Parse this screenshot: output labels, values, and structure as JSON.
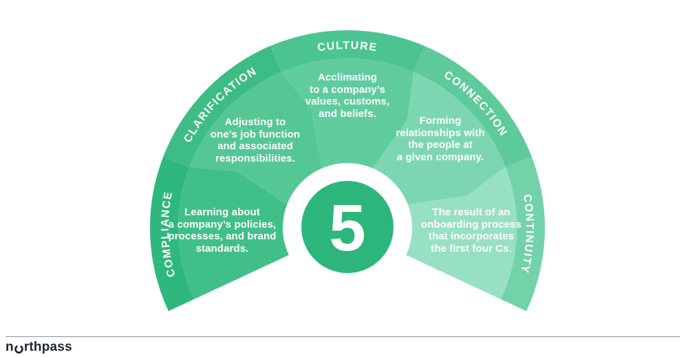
{
  "center": {
    "value": "5",
    "circle_color": "#2cb67b",
    "ring_color": "#ffffff"
  },
  "segments": [
    {
      "id": "compliance",
      "label": "COMPLIANCE",
      "description": "Learning about\na company’s policies,\nprocesses, and brand\nstandards.",
      "band_color": "#2eb87d",
      "panel_color": "#41bf89"
    },
    {
      "id": "clarification",
      "label": "CLARIFICATION",
      "description": "Adjusting to\none’s job function\nand associated\nresponsibilities.",
      "band_color": "#3dbd85",
      "panel_color": "#54c795"
    },
    {
      "id": "culture",
      "label": "CULTURE",
      "description": "Acclimating\nto a company’s\nvalues, customs,\nand beliefs.",
      "band_color": "#4cc492",
      "panel_color": "#60cc9e"
    },
    {
      "id": "connection",
      "label": "CONNECTION",
      "description": "Forming\nrelationships with\nthe people at\na given company.",
      "band_color": "#5eca9c",
      "panel_color": "#7dd6b2"
    },
    {
      "id": "continuity",
      "label": "CONTINUITY",
      "description": "The result of an\nonboarding process\nthat incorporates\nthe first four Cs.",
      "band_color": "#73d2aa",
      "panel_color": "#98e0c3"
    }
  ],
  "footer": {
    "logo_text": "northpass",
    "logo_prefix": "n",
    "logo_suffix": "rthpass",
    "divider_color": "#8a9096",
    "logo_color": "#1c2730"
  }
}
